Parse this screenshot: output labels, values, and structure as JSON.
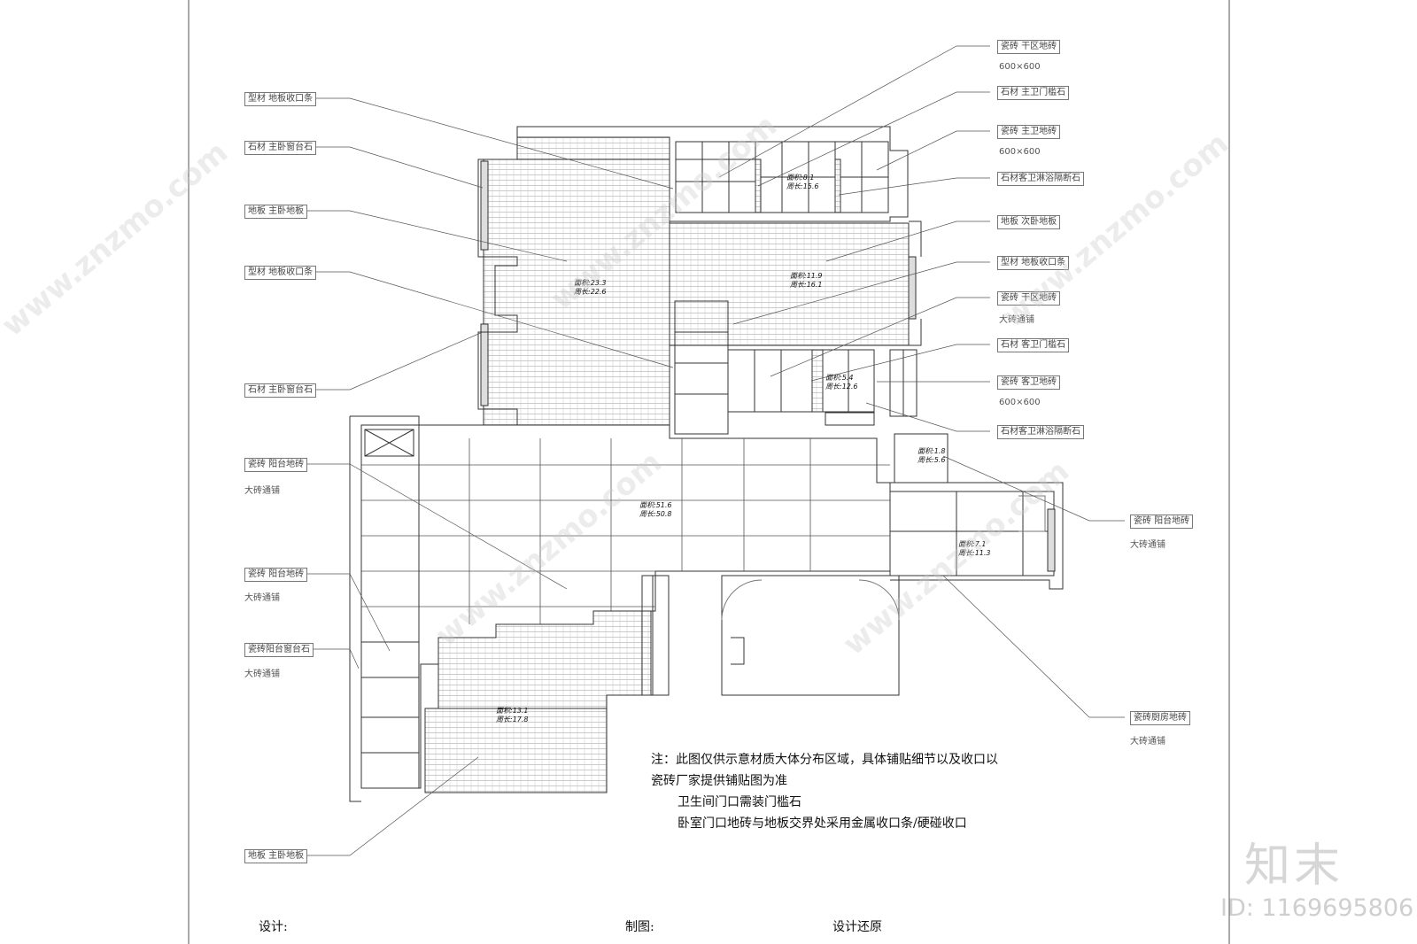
{
  "labels_left": [
    {
      "text": "型材 地板收口条"
    },
    {
      "text": "石材 主卧窗台石"
    },
    {
      "text": "地板 主卧地板"
    },
    {
      "text": "型材 地板收口条"
    },
    {
      "text": "石材 主卧窗台石"
    },
    {
      "text": "瓷砖 阳台地砖",
      "sub": "大砖通铺"
    },
    {
      "text": "瓷砖 阳台地砖",
      "sub": "大砖通铺"
    },
    {
      "text": "瓷砖阳台窗台石",
      "sub": "大砖通铺"
    },
    {
      "text": "地板 主卧地板"
    }
  ],
  "labels_right": [
    {
      "text": "瓷砖 干区地砖",
      "sub": "600×600"
    },
    {
      "text": "石材 主卫门槛石"
    },
    {
      "text": "瓷砖 主卫地砖",
      "sub": "600×600"
    },
    {
      "text": "石材客卫淋浴隔断石"
    },
    {
      "text": "地板 次卧地板"
    },
    {
      "text": "型材 地板收口条"
    },
    {
      "text": "瓷砖 干区地砖",
      "sub": "大砖通铺"
    },
    {
      "text": "石材 客卫门槛石"
    },
    {
      "text": "瓷砖 客卫地砖",
      "sub": "600×600"
    },
    {
      "text": "石材客卫淋浴隔断石"
    },
    {
      "text": "瓷砖 阳台地砖",
      "sub": "大砖通铺"
    },
    {
      "text": "瓷砖厨房地砖",
      "sub": "大砖通铺"
    }
  ],
  "rooms": [
    {
      "area": "面积:8.1",
      "perimeter": "周长:15.6"
    },
    {
      "area": "面积:23.3",
      "perimeter": "周长:22.6"
    },
    {
      "area": "面积:11.9",
      "perimeter": "周长:16.1"
    },
    {
      "area": "面积:5.4",
      "perimeter": "周长:12.6"
    },
    {
      "area": "面积:1.8",
      "perimeter": "周长:5.6"
    },
    {
      "area": "面积:51.6",
      "perimeter": "周长:50.8"
    },
    {
      "area": "面积:7.1",
      "perimeter": "周长:11.3"
    },
    {
      "area": "面积:13.1",
      "perimeter": "周长:17.8"
    }
  ],
  "note": {
    "line1": "注：此图仅供示意材质大体分布区域，具体铺贴细节以及收口以",
    "line2": "瓷砖厂家提供铺贴图为准",
    "line3": "卫生间门口需装门槛石",
    "line4": "卧室门口地砖与地板交界处采用金属收口条/硬碰收口"
  },
  "footer": {
    "design": "设计:",
    "drawing": "制图:",
    "restore": "设计还原"
  },
  "watermark": {
    "logo": "知末",
    "id": "ID: 1169695806",
    "site": "www.znzmo.com"
  },
  "colors": {
    "line": "#333333",
    "leader": "#555555",
    "hatch": "#9a9a9a",
    "watermark": "#cccccc"
  }
}
